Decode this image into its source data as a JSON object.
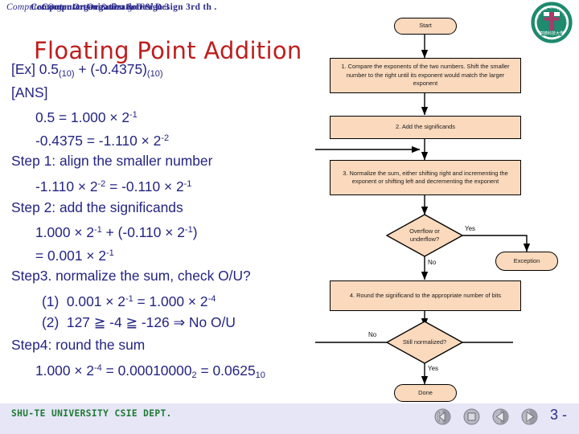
{
  "header": {
    "line_italic": "Computer Organization & Design 3rd.",
    "line_bold": "Computer Organization & Design 3",
    "line_bold2": "Computer Organization & Design 3rd th ."
  },
  "title": "Floating Point Addition",
  "body_lines": [
    {
      "indent": 0,
      "text": "[Ex] 0.5(10) + (-0.4375)(10)",
      "html": "[Ex] 0.5<sub>(10)</sub> + (-0.4375)<sub>(10)</sub>"
    },
    {
      "indent": 0,
      "text": "[ANS]",
      "html": "[ANS]"
    },
    {
      "indent": 1,
      "text": "0.5 = 1.000 × 2-1",
      "html": "0.5 = 1.000 × 2<sup>-1</sup>"
    },
    {
      "indent": 1,
      "text": "-0.4375 = -1.110 × 2-2",
      "html": "-0.4375 = -1.110 × 2<sup>-2</sup>"
    },
    {
      "indent": 0,
      "text": "Step 1: align the smaller number",
      "html": "Step 1: align the smaller number"
    },
    {
      "indent": 1,
      "text": "-1.110 × 2-2 = -0.110 × 2-1",
      "html": "-1.110 × 2<sup>-2</sup> = -0.110 × 2<sup>-1</sup>"
    },
    {
      "indent": 0,
      "text": "Step 2: add the significands",
      "html": "Step 2: add the significands"
    },
    {
      "indent": 1,
      "text": "1.000 × 2-1 + (-0.110 × 2-1)",
      "html": "1.000 × 2<sup>-1</sup> + (-0.110 × 2<sup>-1</sup>)"
    },
    {
      "indent": 1,
      "text": "= 0.001 × 2-1",
      "html": "= 0.001 × 2<sup>-1</sup>"
    },
    {
      "indent": 0,
      "text": "Step3. normalize the sum, check O/U?",
      "html": "Step3. normalize the sum, check O/U?"
    },
    {
      "indent": 2,
      "text": "(1)  0.001 × 2-1 = 1.000 × 2-4",
      "html": "(1)&nbsp; 0.001 × 2<sup>-1</sup> = 1.000 × 2<sup>-4</sup>"
    },
    {
      "indent": 2,
      "text": "(2)  127 ≧ -4 ≧ -126 ⇒ No O/U",
      "html": "(2)&nbsp; 127 ≧ -4 ≧ -126 ⇒ No O/U"
    },
    {
      "indent": 0,
      "text": "Step4: round the sum",
      "html": "Step4: round the sum"
    },
    {
      "indent": 1,
      "text": "1.000 × 2-4 = 0.000100002 = 0.062510",
      "html": "1.000 × 2<sup>-4</sup> = 0.00010000<sub>2</sub> = 0.0625<sub>10</sub>"
    }
  ],
  "flowchart": {
    "nodes": {
      "start": "Start",
      "step1": "1. Compare the exponents of the two numbers. Shift the smaller number to the right until its exponent would match the larger exponent",
      "step2": "2. Add the significands",
      "step3": "3. Normalize the sum, either shifting right and incrementing the exponent or shifting left and decrementing the exponent",
      "overflow": "Overflow or underflow?",
      "exception": "Exception",
      "step4": "4. Round the significand to the appropriate number of bits",
      "stillnorm": "Still normalized?",
      "done": "Done"
    },
    "edge_labels": {
      "yes_overflow": "Yes",
      "no_overflow": "No",
      "no_stillnorm": "No",
      "yes_stillnorm": "Yes"
    },
    "fill": "#FAD9BC",
    "stroke": "#000000"
  },
  "logo": {
    "arc_text": "SHU-TE UNIVERSITY",
    "bottom_text": "樹德科技大學",
    "color": "#1E8A6E"
  },
  "footer": {
    "text": "SHU-TE UNIVERSITY CSIE DEPT.",
    "page": "3 -",
    "nav": [
      {
        "name": "nav-first",
        "glyph": "first"
      },
      {
        "name": "nav-stop",
        "glyph": "stop"
      },
      {
        "name": "nav-prev",
        "glyph": "prev"
      },
      {
        "name": "nav-next",
        "glyph": "next"
      }
    ]
  },
  "colors": {
    "title": "#BE1E1E",
    "body_text": "#242483",
    "footer_text": "#1E7A32",
    "footer_bar": "#E6E6F7"
  }
}
